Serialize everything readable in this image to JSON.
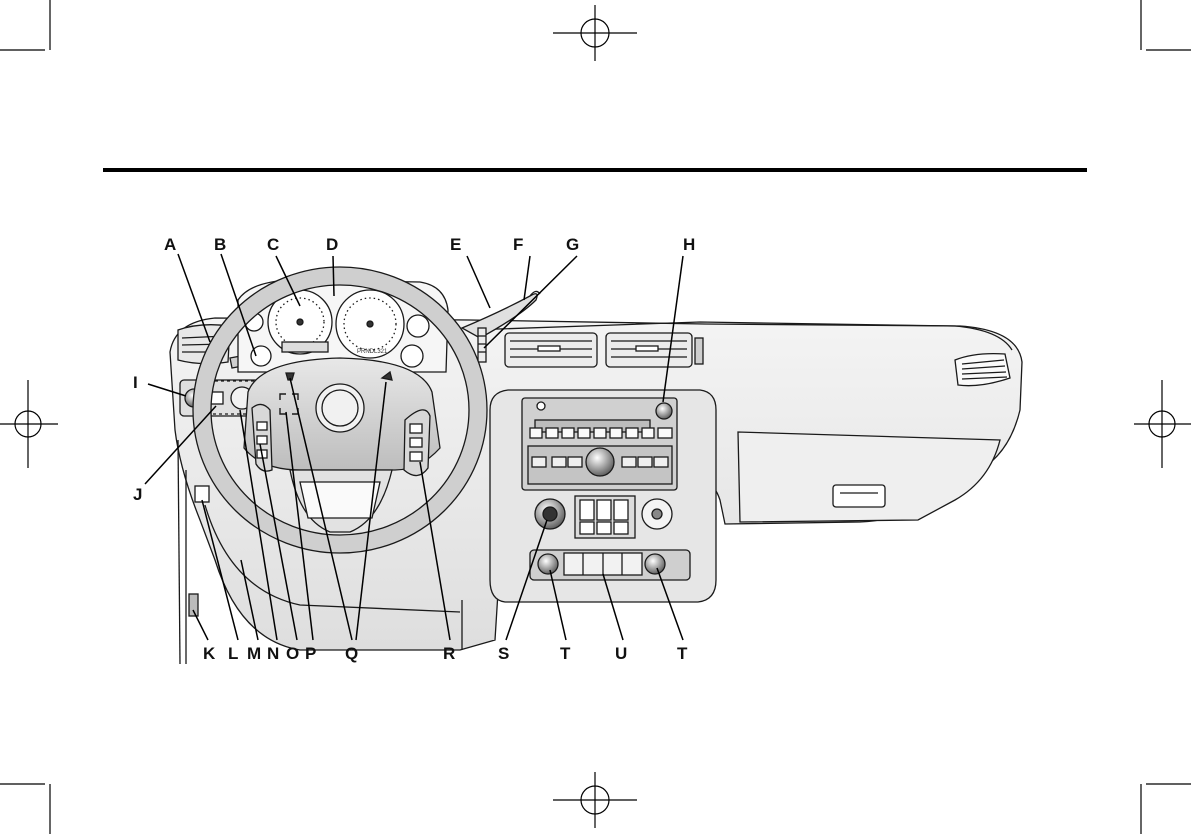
{
  "callouts": {
    "A": "A",
    "B": "B",
    "C": "C",
    "D": "D",
    "E": "E",
    "F": "F",
    "G": "G",
    "H": "H",
    "I": "I",
    "J": "J",
    "K": "K",
    "L": "L",
    "M": "M",
    "N": "N",
    "O": "O",
    "P": "P",
    "Q": "Q",
    "R": "R",
    "S": "S",
    "T": "T",
    "U": "U"
  },
  "cluster_text": "PRNDL321",
  "colors": {
    "line": "#1a1a1a",
    "dash": "#f0f0f0",
    "shade": "#d6d6d6",
    "rule": "#000000"
  }
}
